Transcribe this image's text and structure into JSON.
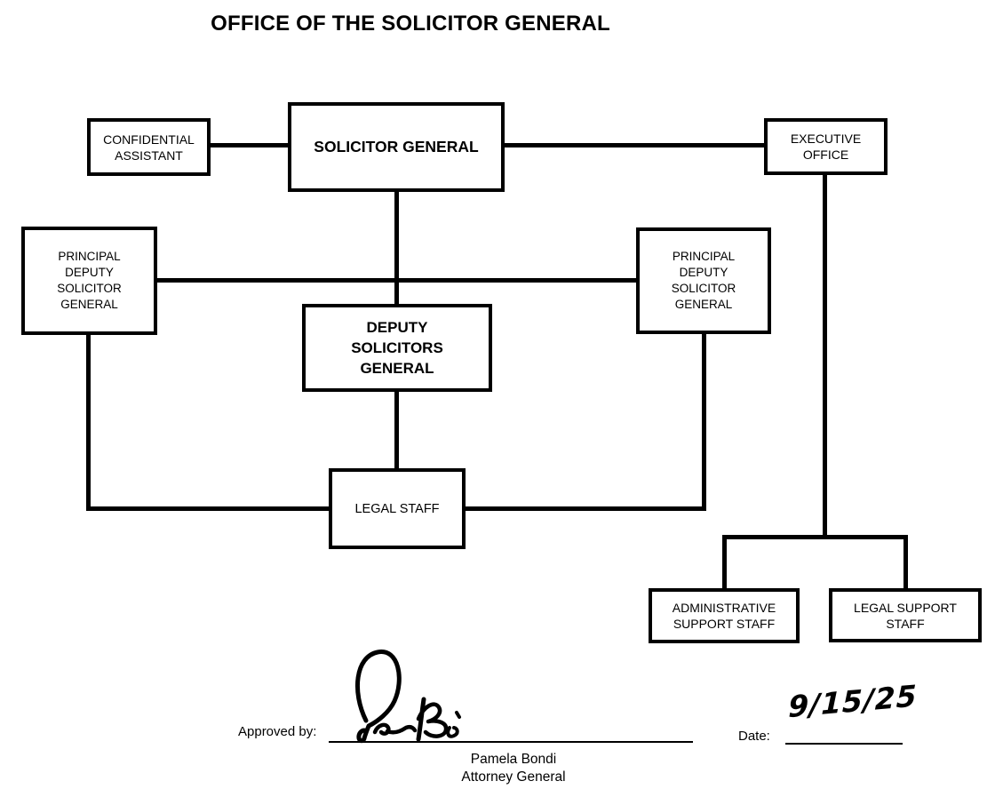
{
  "page": {
    "title": "OFFICE OF THE SOLICITOR GENERAL"
  },
  "org": {
    "nodes": {
      "solicitor_general": {
        "lines": [
          "SOLICITOR GENERAL"
        ]
      },
      "confidential_assistant": {
        "lines": [
          "CONFIDENTIAL",
          "ASSISTANT"
        ]
      },
      "executive_office": {
        "lines": [
          "EXECUTIVE",
          "OFFICE"
        ]
      },
      "principal_deputy_left": {
        "lines": [
          "PRINCIPAL",
          "DEPUTY",
          "SOLICITOR",
          "GENERAL"
        ]
      },
      "principal_deputy_right": {
        "lines": [
          "PRINCIPAL",
          "DEPUTY",
          "SOLICITOR",
          "GENERAL"
        ]
      },
      "deputy_solicitors_general": {
        "lines": [
          "DEPUTY",
          "SOLICITORS",
          "GENERAL"
        ]
      },
      "legal_staff": {
        "lines": [
          "LEGAL STAFF"
        ]
      },
      "administrative_support_staff": {
        "lines": [
          "ADMINISTRATIVE",
          "SUPPORT STAFF"
        ]
      },
      "legal_support_staff": {
        "lines": [
          "LEGAL SUPPORT",
          "STAFF"
        ]
      }
    },
    "edges": [
      {
        "from": "solicitor_general",
        "to": "confidential_assistant"
      },
      {
        "from": "solicitor_general",
        "to": "executive_office"
      },
      {
        "from": "solicitor_general",
        "to": "deputy_solicitors_general"
      },
      {
        "from": "solicitor_general",
        "to": "principal_deputy_left"
      },
      {
        "from": "solicitor_general",
        "to": "principal_deputy_right"
      },
      {
        "from": "principal_deputy_left",
        "to": "legal_staff"
      },
      {
        "from": "principal_deputy_right",
        "to": "legal_staff"
      },
      {
        "from": "deputy_solicitors_general",
        "to": "legal_staff"
      },
      {
        "from": "executive_office",
        "to": "administrative_support_staff"
      },
      {
        "from": "executive_office",
        "to": "legal_support_staff"
      }
    ]
  },
  "approval": {
    "approved_by_label": "Approved by:",
    "signature_name": "Pamela Bondi",
    "signature_title": "Attorney General",
    "date_label": "Date:",
    "date_value": "9/15/25"
  },
  "colors": {
    "ink": "#000000",
    "background": "#ffffff"
  }
}
